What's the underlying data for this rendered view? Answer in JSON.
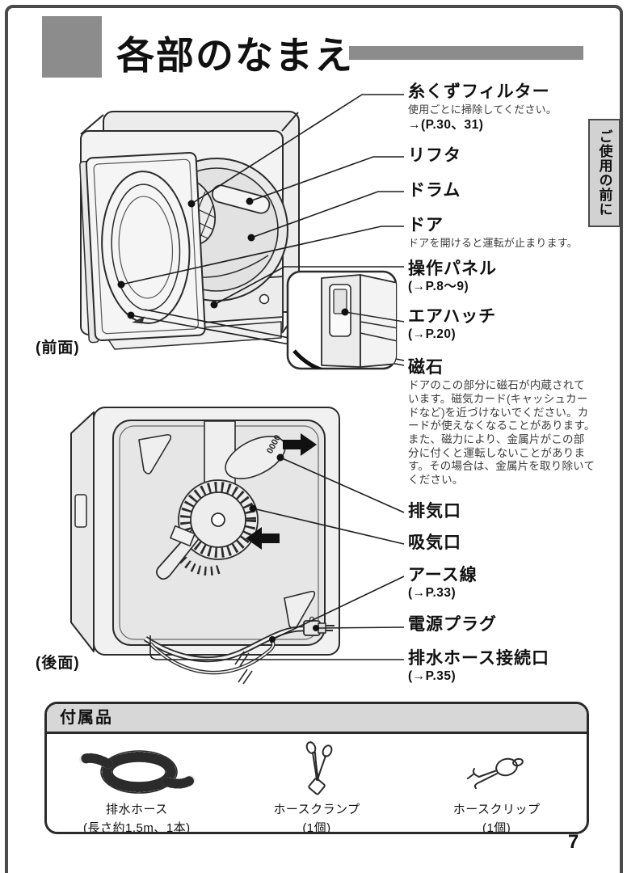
{
  "page": {
    "title": "各部のなまえ",
    "side_tab": "ご使用の前に",
    "page_number": "7",
    "front_view_caption": "(前面)",
    "rear_view_caption": "(後面)"
  },
  "front_labels": [
    {
      "name": "糸くずフィルター",
      "note": "使用ごとに掃除してください。",
      "ref": "→(P.30、31)"
    },
    {
      "name": "リフタ"
    },
    {
      "name": "ドラム"
    },
    {
      "name": "ドア",
      "note": "ドアを開けると運転が止まります。"
    },
    {
      "name": "操作パネル",
      "ref": "(→P.8〜9)"
    },
    {
      "name": "エアハッチ",
      "ref": "(→P.20)"
    },
    {
      "name": "磁石",
      "note": "ドアのこの部分に磁石が内蔵されています。磁気カード(キャッシュカードなど)を近づけないでください。カードが使えなくなることがあります。また、磁力により、金属片がこの部分に付くと運転しないことがあります。その場合は、金属片を取り除いてください。"
    }
  ],
  "rear_labels": [
    {
      "name": "排気口"
    },
    {
      "name": "吸気口"
    },
    {
      "name": "アース線",
      "ref": "(→P.33)"
    },
    {
      "name": "電源プラグ"
    },
    {
      "name": "排水ホース接続口",
      "ref": "(→P.35)"
    }
  ],
  "rear_diagram": {
    "vent_marking": "0000"
  },
  "accessories": {
    "header": "付属品",
    "items": [
      {
        "name": "排水ホース",
        "qty": "(長さ約1.5m、1本)",
        "icon": "drain-hose-icon"
      },
      {
        "name": "ホースクランプ",
        "qty": "(1個)",
        "icon": "hose-clamp-icon"
      },
      {
        "name": "ホースクリップ",
        "qty": "(1個)",
        "icon": "hose-clip-icon"
      }
    ]
  },
  "colors": {
    "accent_gray": "#8c8c8c",
    "tab_gray": "#d2d2d2",
    "line_dark": "#2b2b2b",
    "frame_gray": "#4a4a4a"
  }
}
